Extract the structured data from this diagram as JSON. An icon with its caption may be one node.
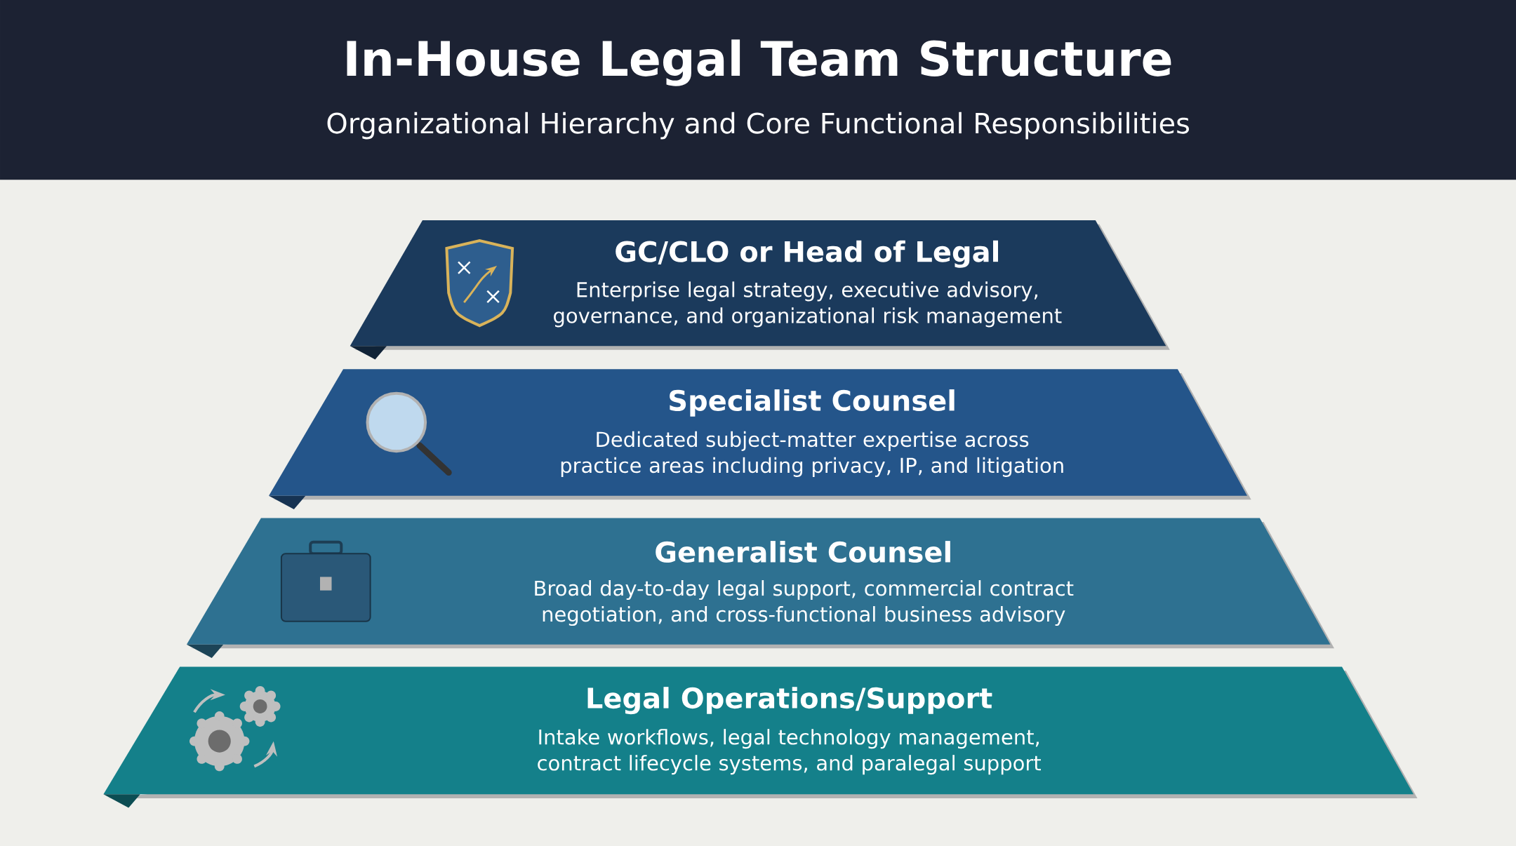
{
  "diagram": {
    "title": "In-House Legal Team Structure",
    "nodes": [
      {
        "text": [
          "GC/CLO or Head of Legal",
          "Enterprise legal strategy, executive advisory, governance, and organizational risk management"
        ]
      },
      {
        "text": [
          "Specialist Counsel",
          "Dedicated subject-matter expertise across practice areas including privacy, IP, and litigation"
        ]
      },
      {
        "text": [
          "Generalist Counsel",
          "Broad day-to-day legal support, commercial contract negotiation, and cross-functional business advisory"
        ]
      },
      {
        "text": [
          "Legal Operations/Support",
          "Intake workflows, legal technology management, contract lifecycle systems, and paralegal support"
        ]
      }
    ],
    "labels": [
      "Organizational Hierarchy and Core Functional Responsibilities"
    ]
  }
}
